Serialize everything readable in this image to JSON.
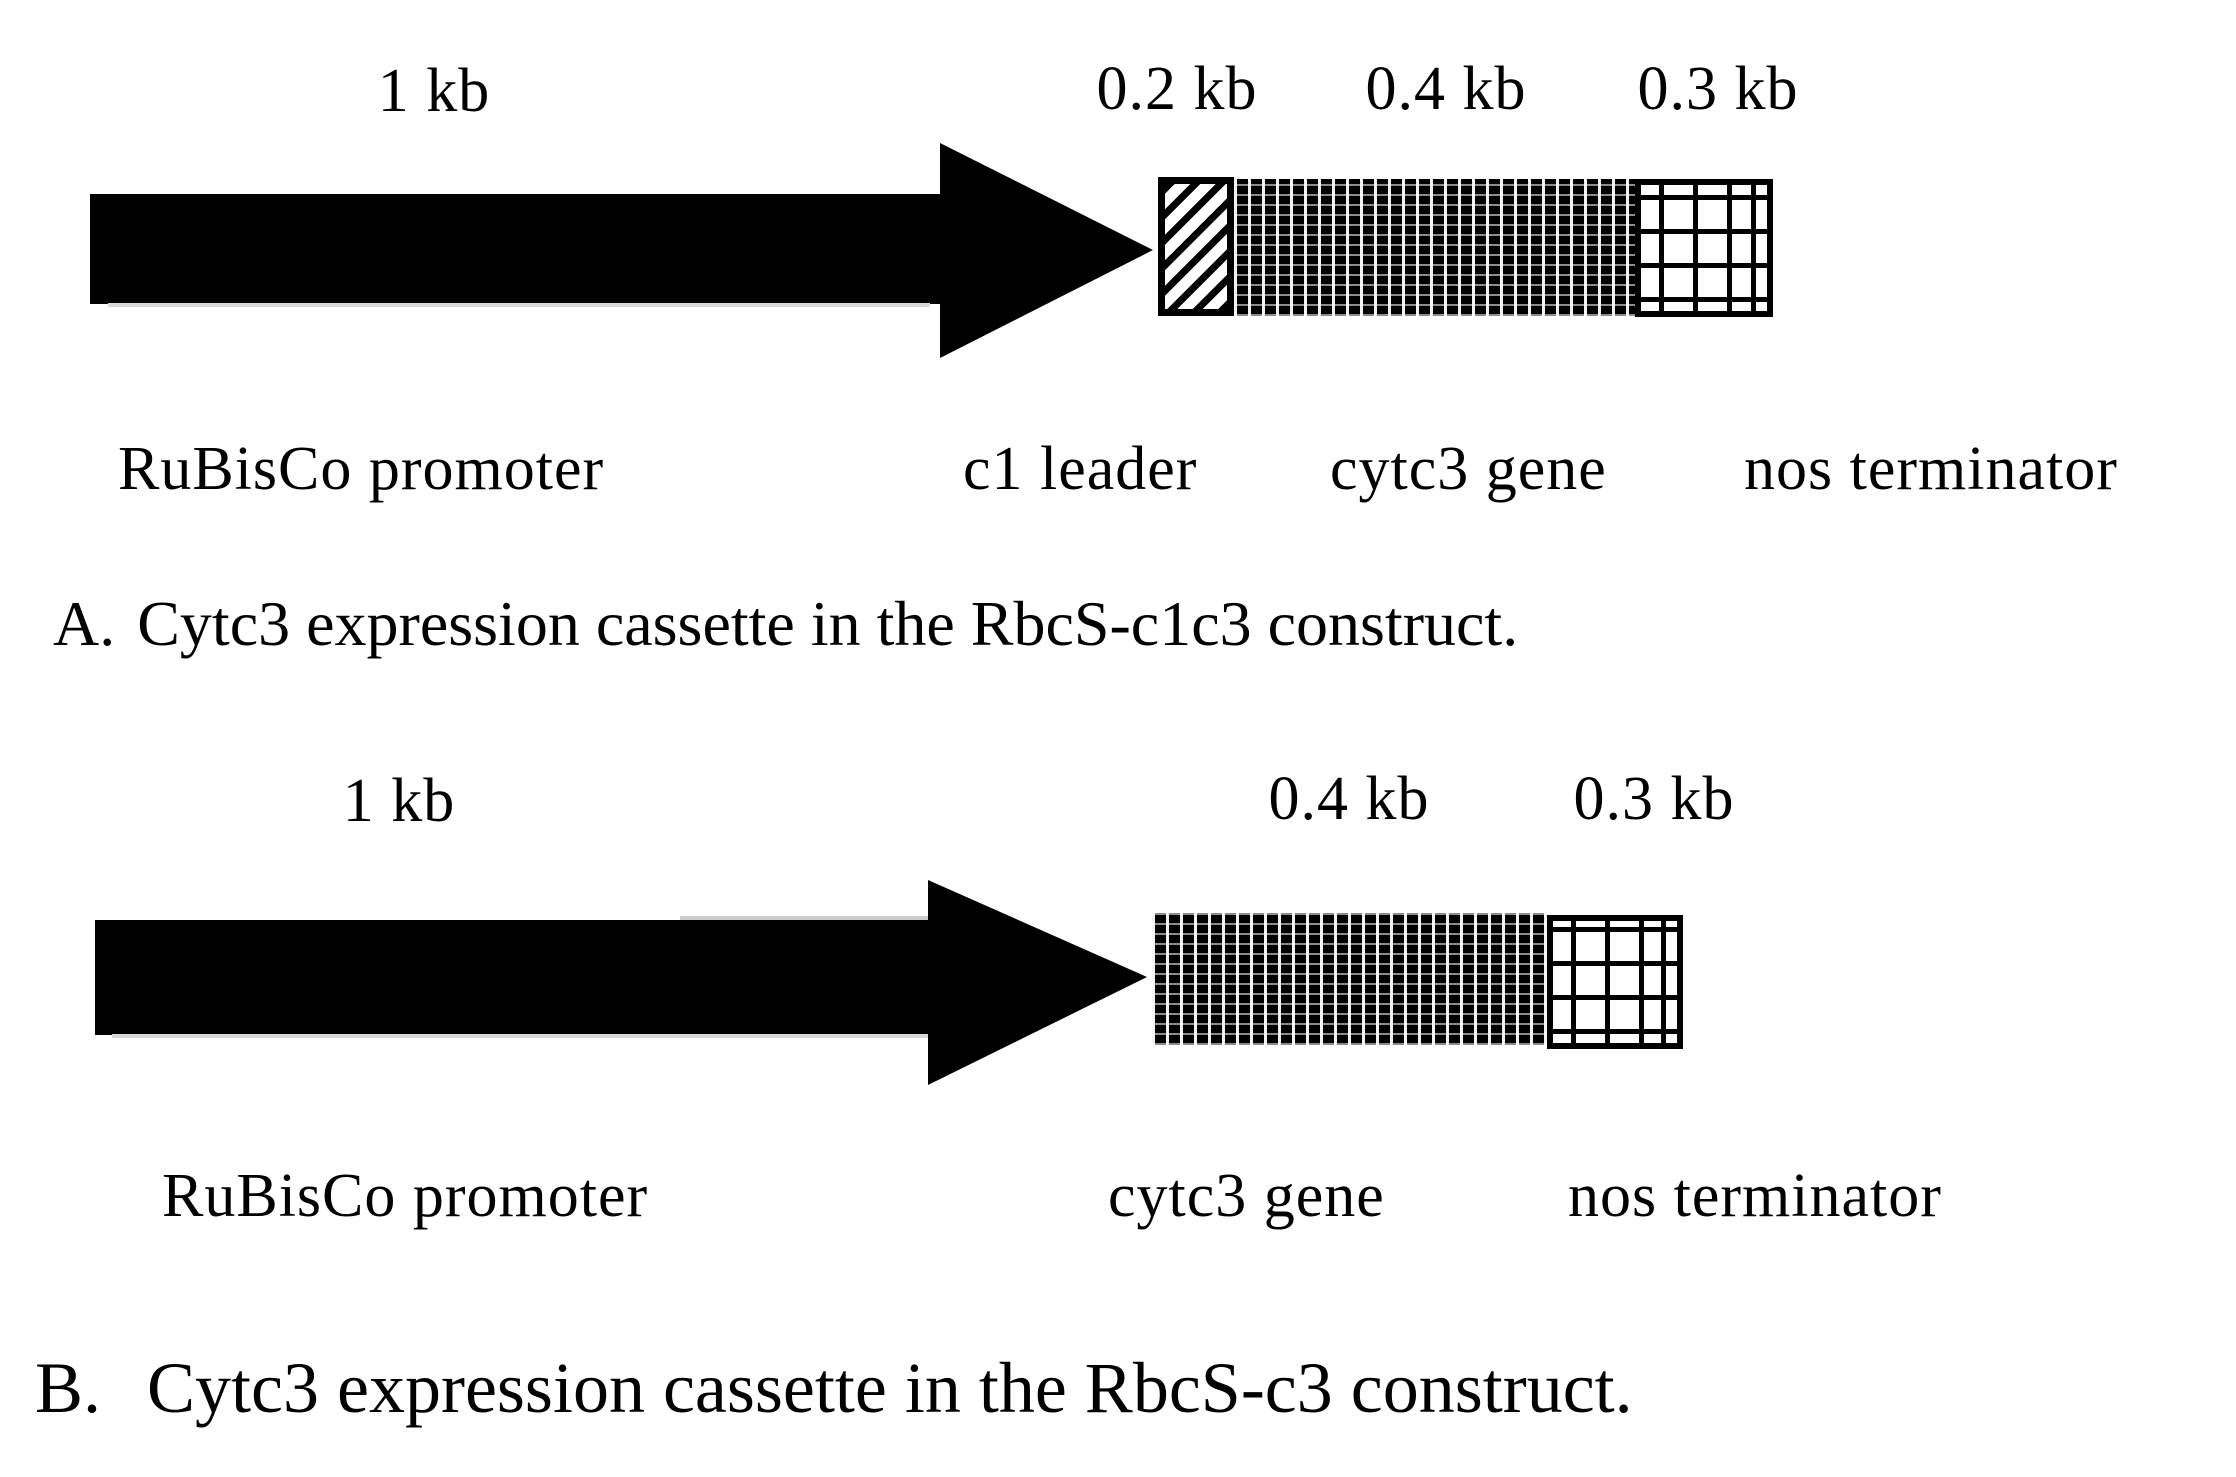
{
  "figure": {
    "background": "#ffffff",
    "foreground": "#000000",
    "shadow_color": "#d9d9d9"
  },
  "panels": [
    {
      "id": "A",
      "caption_prefix": "A.",
      "caption": "Cytc3 expression cassette in the RbcS-c1c3 construct.",
      "promoter": {
        "size": "1 kb",
        "label": "RuBisCo promoter"
      },
      "segments": [
        {
          "size": "0.2 kb",
          "label": "c1 leader",
          "pattern": "diagonal-stripes"
        },
        {
          "size": "0.4 kb",
          "label": "cytc3 gene",
          "pattern": "dense-check"
        },
        {
          "size": "0.3 kb",
          "label": "nos terminator",
          "pattern": "open-grid"
        }
      ]
    },
    {
      "id": "B",
      "caption_prefix": "B.",
      "caption": "Cytc3 expression cassette in the RbcS-c3 construct.",
      "promoter": {
        "size": "1 kb",
        "label": "RuBisCo promoter"
      },
      "segments": [
        {
          "size": "0.4 kb",
          "label": "cytc3 gene",
          "pattern": "dense-check"
        },
        {
          "size": "0.3 kb",
          "label": "nos terminator",
          "pattern": "open-grid"
        }
      ]
    }
  ]
}
